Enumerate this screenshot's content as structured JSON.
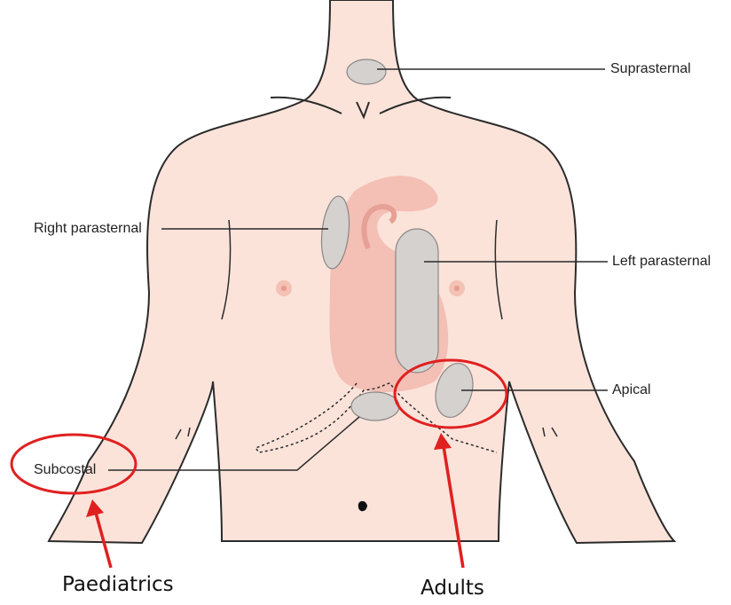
{
  "labels": {
    "suprasternal": "Suprasternal",
    "right_parasternal": "Right parasternal",
    "left_parasternal": "Left parasternal",
    "apical": "Apical",
    "subcostal": "Subcostal"
  },
  "callouts": {
    "paediatrics": "Paediatrics",
    "adults": "Adults"
  },
  "colors": {
    "skin": "#fbe3da",
    "heart": "#f2b8ae",
    "window": "#d4d1cf",
    "highlight": "#e02020",
    "outline": "#2b2b2b"
  }
}
